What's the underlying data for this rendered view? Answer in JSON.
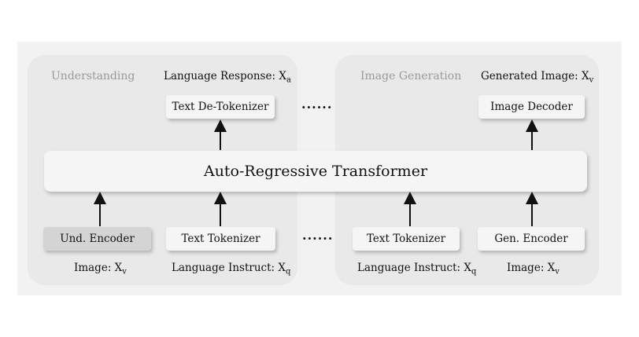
{
  "panels": {
    "understanding_title": "Understanding",
    "generation_title": "Image Generation"
  },
  "outputs": {
    "language_response": "Language Response: X",
    "language_response_sub": "a",
    "generated_image": "Generated Image: X",
    "generated_image_sub": "v"
  },
  "boxes": {
    "text_detokenizer": "Text De-Tokenizer",
    "image_decoder": "Image Decoder",
    "transformer": "Auto-Regressive Transformer",
    "und_encoder": "Und. Encoder",
    "text_tokenizer_left": "Text Tokenizer",
    "text_tokenizer_right": "Text Tokenizer",
    "gen_encoder": "Gen. Encoder"
  },
  "inputs": {
    "image_left": "Image: X",
    "image_left_sub": "v",
    "instruct_left": "Language Instruct: X",
    "instruct_left_sub": "q",
    "instruct_right": "Language Instruct: X",
    "instruct_right_sub": "q",
    "image_right": "Image: X",
    "image_right_sub": "v"
  },
  "ellipsis": "······",
  "colors": {
    "canvas": "#f2f2f2",
    "panel": "#e9e9e9",
    "box": "#f5f5f5",
    "box_dark": "#d4d4d4",
    "panel_title": "#9a9a9a"
  }
}
